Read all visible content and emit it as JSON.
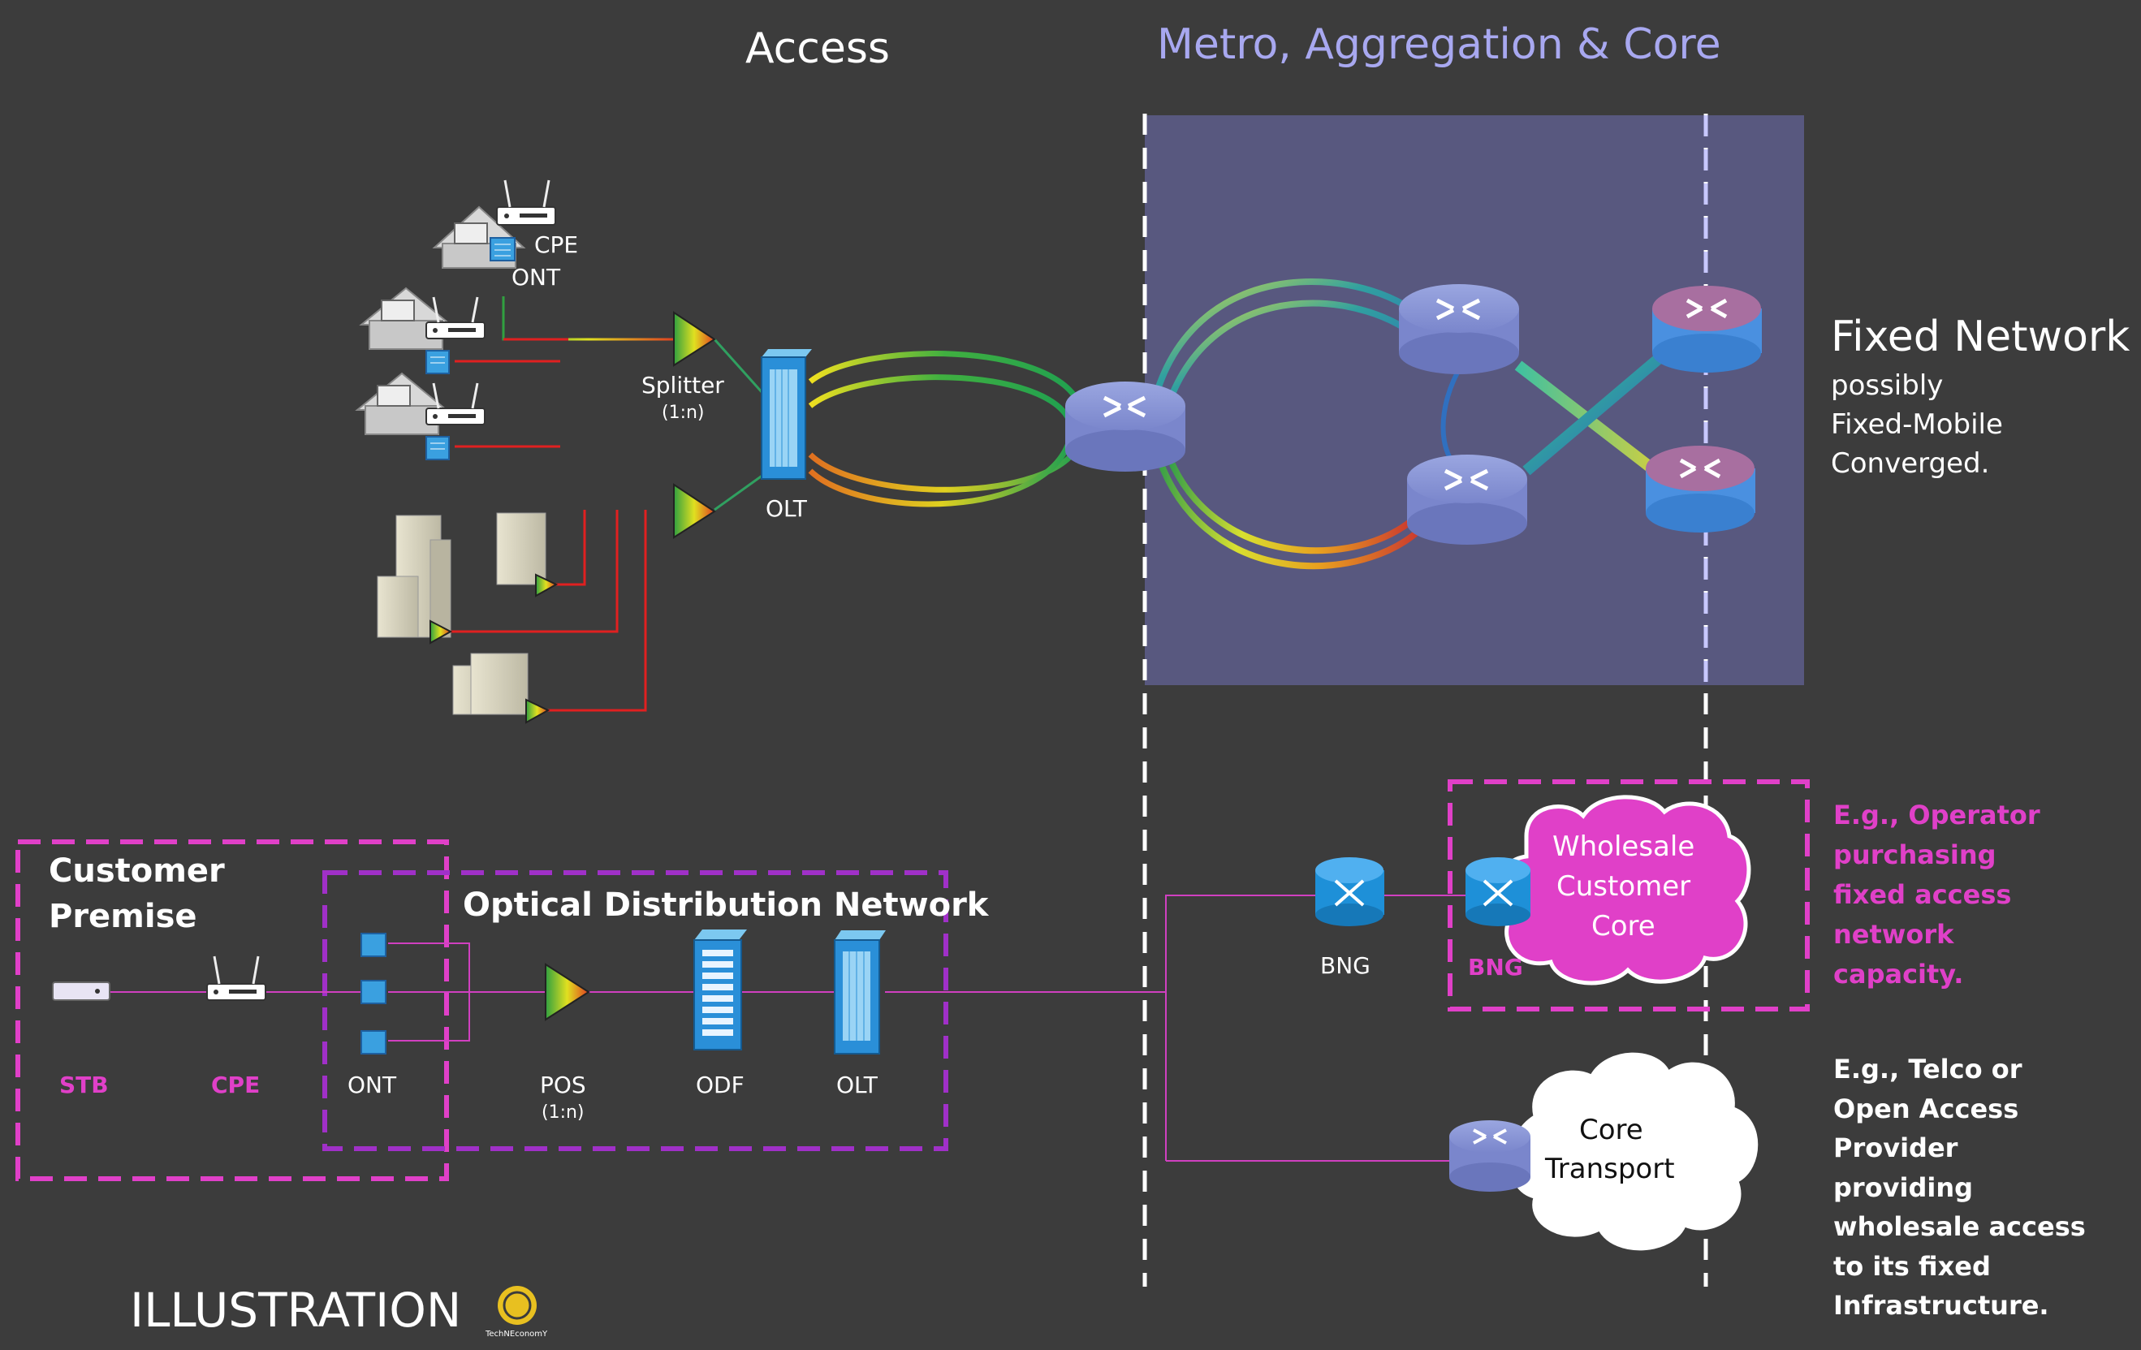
{
  "headers": {
    "access": "Access",
    "metro": "Metro, Aggregation & Core"
  },
  "access_top": {
    "cpe_label": "CPE",
    "ont_label": "ONT",
    "splitter_label": "Splitter",
    "splitter_ratio": "(1:n)",
    "olt_label": "OLT"
  },
  "fixed_network": {
    "title": "Fixed Network",
    "line1": "possibly",
    "line2": "Fixed-Mobile",
    "line3": "Converged."
  },
  "bottom": {
    "customer_premise_line1": "Customer",
    "customer_premise_line2": "Premise",
    "odn_title": "Optical Distribution Network",
    "stb": "STB",
    "cpe": "CPE",
    "ont": "ONT",
    "pos": "POS",
    "pos_ratio": "(1:n)",
    "odf": "ODF",
    "olt": "OLT",
    "bng": "BNG",
    "bng_wholesale": "BNG",
    "wholesale_line1": "Wholesale",
    "wholesale_line2": "Customer",
    "wholesale_line3": "Core",
    "core_transport_line1": "Core",
    "core_transport_line2": "Transport"
  },
  "notes": {
    "operator": [
      "E.g., Operator",
      "purchasing",
      "fixed access",
      "network",
      "capacity."
    ],
    "telco": [
      "E.g., Telco or",
      "Open Access Provider",
      "providing",
      "wholesale access",
      "to its fixed",
      "Infrastructure."
    ]
  },
  "footer": {
    "illustration": "ILLUSTRATION",
    "logo_text": "TechNEconomY"
  },
  "colors": {
    "background": "#3c3c3c",
    "metro_panel": "#58587f",
    "magenta": "#e040c8",
    "purple": "#a030c8",
    "router_blue": "#7a86cc",
    "bng_blue": "#1e90d8"
  }
}
